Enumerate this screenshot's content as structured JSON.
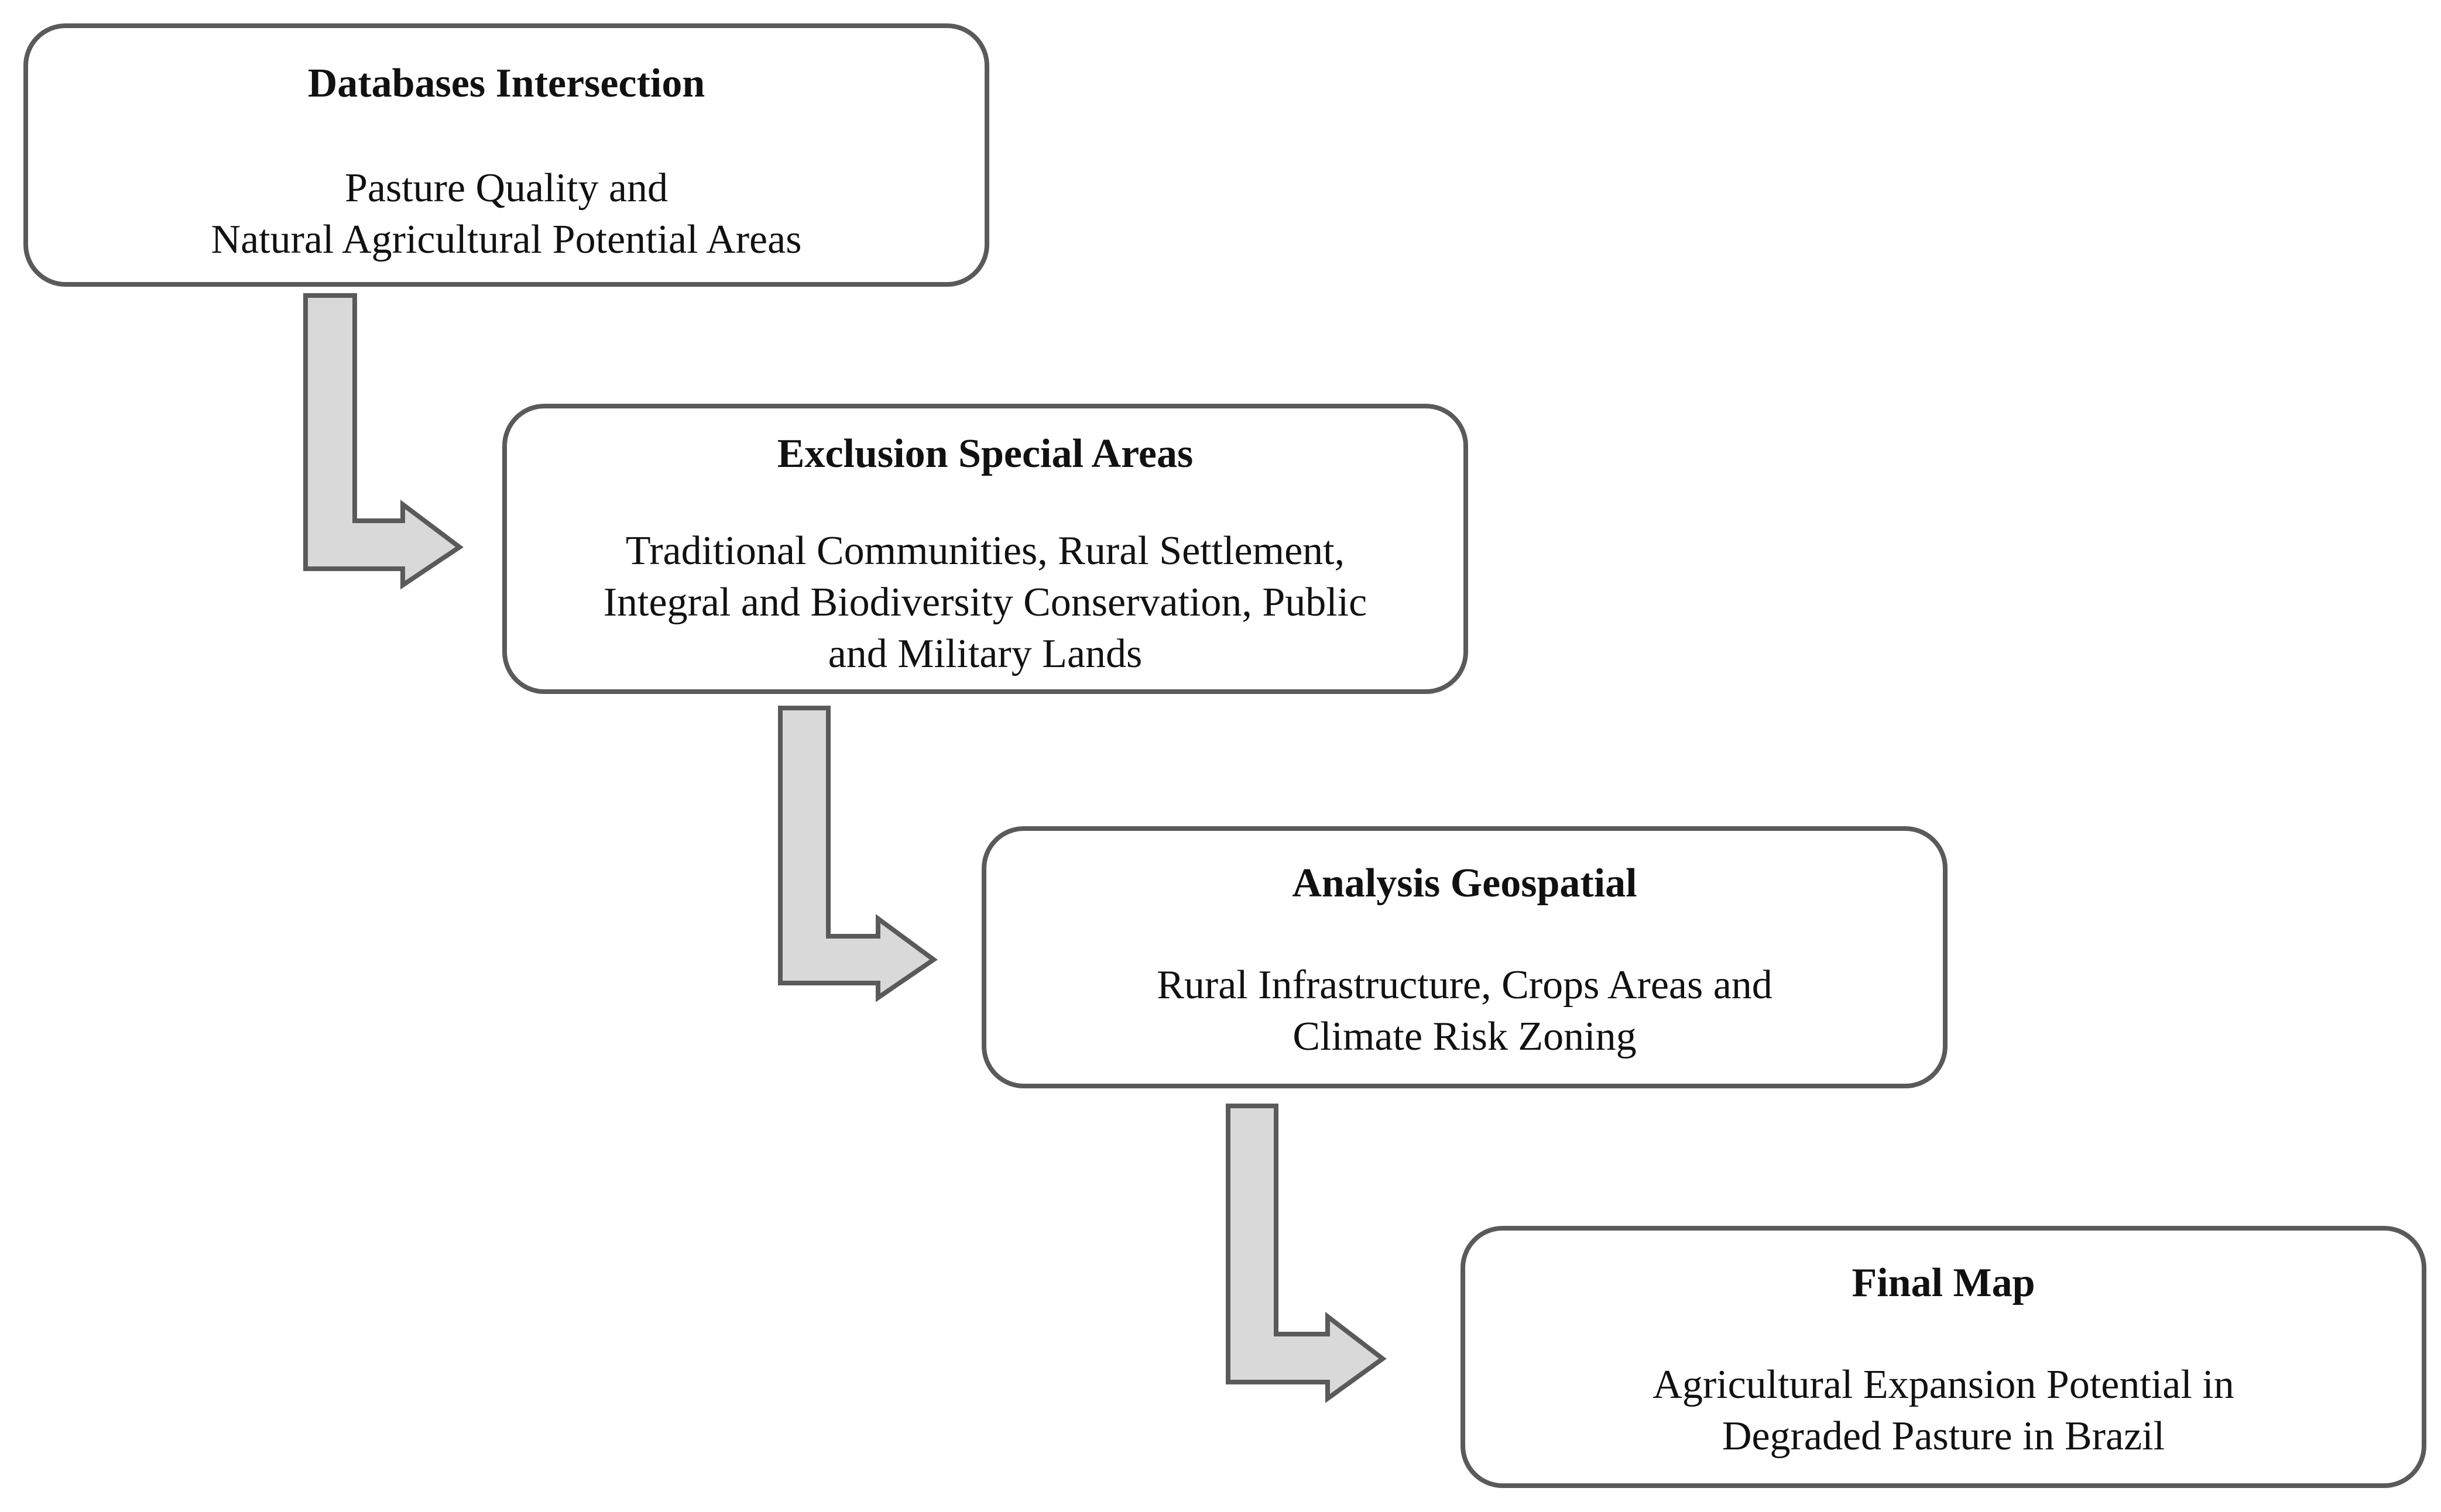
{
  "colors": {
    "box_border": "#5a5a5a",
    "arrow_fill": "#d9d9d9",
    "arrow_stroke": "#5a5a5a"
  },
  "steps": [
    {
      "title": "Databases Intersection",
      "lines": [
        "Pasture Quality and",
        "Natural Agricultural Potential Areas"
      ]
    },
    {
      "title": "Exclusion Special Areas",
      "lines": [
        "Traditional Communities, Rural Settlement,",
        "Integral and Biodiversity Conservation, Public",
        "and Military Lands"
      ]
    },
    {
      "title": "Analysis Geospatial",
      "lines": [
        "Rural Infrastructure, Crops Areas and",
        "Climate Risk Zoning"
      ]
    },
    {
      "title": "Final Map",
      "lines": [
        "Agricultural Expansion Potential in",
        "Degraded Pasture in Brazil"
      ]
    }
  ]
}
